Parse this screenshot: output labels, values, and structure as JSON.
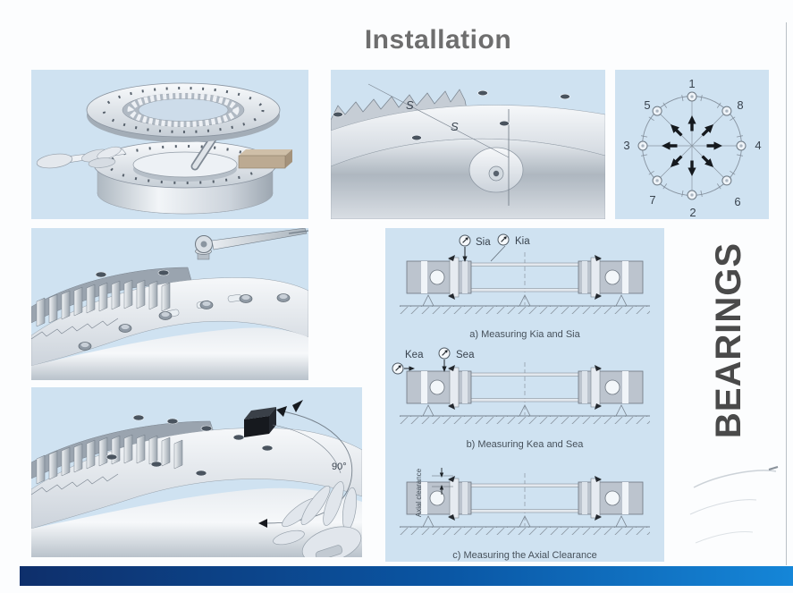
{
  "title": "Installation",
  "side_label": "BEARINGS",
  "colors": {
    "panel_bg": "#cfe2f1",
    "bar_start": "#0e2f6b",
    "bar_mid": "#0a56a4",
    "bar_end": "#1586d8",
    "title_color": "#6e6e6e",
    "side_label_color": "#4a4a4a",
    "edge_line": "#b9c0c6",
    "caption_color": "#46505a",
    "label_color": "#39434e"
  },
  "panels": {
    "soft_zone": {
      "s1": "S",
      "s2": "S"
    },
    "bolt_sequence": {
      "n1": "1",
      "n2": "2",
      "n3": "3",
      "n4": "4",
      "n5": "5",
      "n6": "6",
      "n7": "7",
      "n8": "8"
    },
    "rotation": {
      "angle": "90°"
    },
    "measuring": {
      "a": {
        "left_label": "Sia",
        "right_label": "Kia",
        "caption": "a) Measuring Kia and Sia"
      },
      "b": {
        "left_label": "Kea",
        "right_label": "Sea",
        "caption": "b) Measuring Kea and Sea"
      },
      "c": {
        "axis_label": "Axial clearance",
        "caption": "c) Measuring the Axial Clearance"
      }
    }
  }
}
